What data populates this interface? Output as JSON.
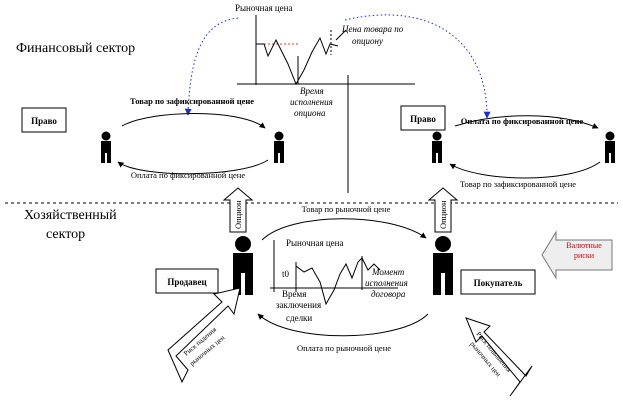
{
  "sectors": {
    "financial": "Финансовый сектор",
    "economic_line1": "Хозяйственный",
    "economic_line2": "сектор"
  },
  "top_chart": {
    "price_label": "Рыночная цена",
    "option_price_line1": "Цена  товара по",
    "option_price_line2": "опциону",
    "time_line1": "Время",
    "time_line2": "исполнения",
    "time_line3": "опциона"
  },
  "financial_left": {
    "box": "Право",
    "top_arrow": "Товар по зафиксированной цене",
    "bottom_arrow": "Оплата по фиксированной цене"
  },
  "financial_right": {
    "box": "Право",
    "top_arrow": "Оплата по фиксированной цене",
    "bottom_arrow": "Товар по зафиксированной цене"
  },
  "economic": {
    "option_left": "Опцион",
    "option_right": "Опцион",
    "goods_arrow": "Товар по рыночной  цене",
    "payment_arrow": "Оплата по рыночной цене",
    "seller": "Продавец",
    "buyer": "Покупатель",
    "price_label": "Рыночная цена",
    "t0": "t0",
    "deal_time_line1": "Время",
    "deal_time_line2": "заключения",
    "deal_time_line3": "сделки",
    "exec_line1": "Момент",
    "exec_line2": "исполнения",
    "exec_line3": "договора",
    "risk_left_line1": "Риск падения",
    "risk_left_line2": "рыночных цен",
    "risk_right_line1": "Риск повышения",
    "risk_right_line2": "рыночных цен",
    "currency_line1": "Валютные",
    "currency_line2": "риски"
  },
  "colors": {
    "ink": "#000000",
    "dotted_link": "#1a2fd6",
    "option_level": "#e04040",
    "currency_risk": "#dd0000"
  }
}
